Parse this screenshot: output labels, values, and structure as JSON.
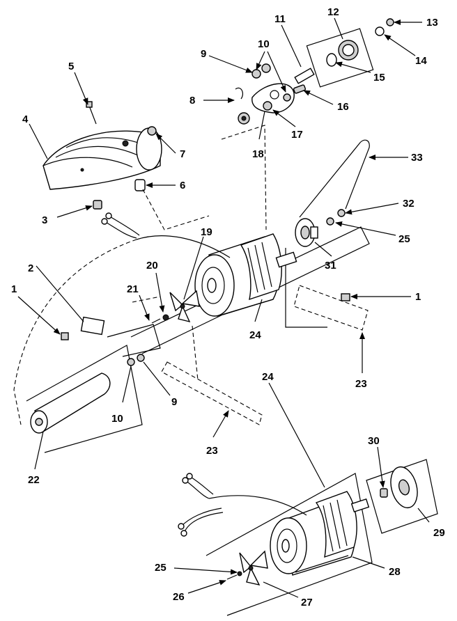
{
  "labels": {
    "l1a": "1",
    "l1b": "1",
    "l2": "2",
    "l3": "3",
    "l4": "4",
    "l5": "5",
    "l6": "6",
    "l7": "7",
    "l8": "8",
    "l9a": "9",
    "l9b": "9",
    "l10a": "10",
    "l10b": "10",
    "l11": "11",
    "l12": "12",
    "l13": "13",
    "l14": "14",
    "l15": "15",
    "l16": "16",
    "l17": "17",
    "l18": "18",
    "l19": "19",
    "l20": "20",
    "l21": "21",
    "l22": "22",
    "l23a": "23",
    "l23b": "23",
    "l24a": "24",
    "l24b": "24",
    "l25a": "25",
    "l25b": "25",
    "l26": "26",
    "l27": "27",
    "l28": "28",
    "l29": "29",
    "l30": "30",
    "l31": "31",
    "l32": "32",
    "l33": "33"
  }
}
